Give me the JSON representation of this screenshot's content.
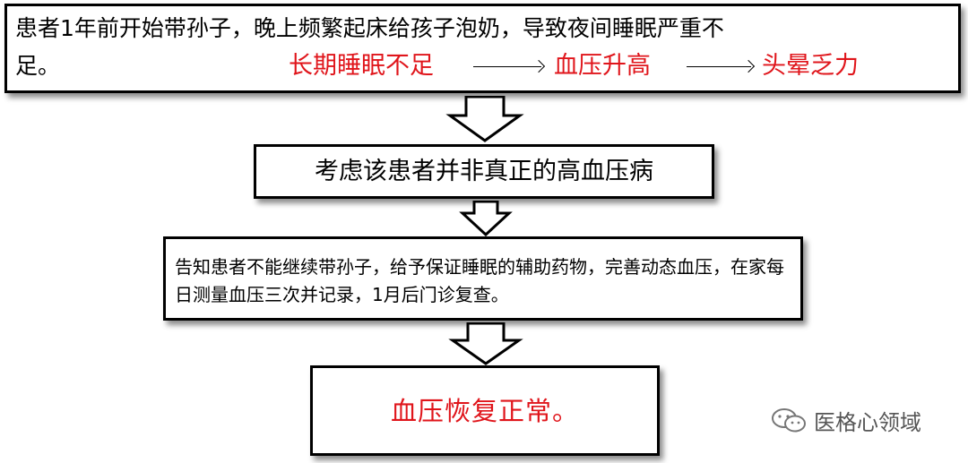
{
  "step1": {
    "line1": "患者1年前开始带孙子，晚上频繁起床给孩子泡奶，导致夜间睡眠严重不",
    "line2": "足。",
    "chain": [
      "长期睡眠不足",
      "血压升高",
      "头晕乏力"
    ]
  },
  "step2": {
    "text": "考虑该患者并非真正的高血压病"
  },
  "step3": {
    "text": "告知患者不能继续带孙子，给予保证睡眠的辅助药物，完善动态血压，在家每日测量血压三次并记录，1月后门诊复查。"
  },
  "step4": {
    "text": "血压恢复正常。"
  },
  "watermark": {
    "text": "医格心领域",
    "icon": "wechat-icon"
  },
  "colors": {
    "highlight": "#e0151b",
    "border": "#000000"
  }
}
